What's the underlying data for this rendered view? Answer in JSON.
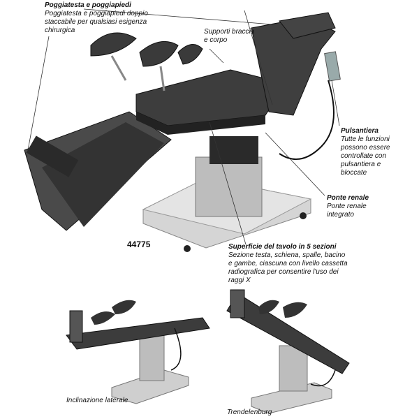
{
  "labels": {
    "headfoot": {
      "title": "Poggiatesta e poggiapiedi",
      "lines": [
        "Poggiatesta e poggiapiedi doppio",
        "staccabile per qualsiasi esigenza",
        "chirurgica"
      ]
    },
    "arm": {
      "lines": [
        "Supporti braccia",
        "e corpo"
      ]
    },
    "pendant": {
      "title": "Pulsantiera",
      "lines": [
        "Tutte le funzioni",
        "possono essere",
        "controllate con",
        "pulsantiera  e",
        "bloccate"
      ]
    },
    "kidney": {
      "title": "Ponte renale",
      "lines": [
        "Ponte renale",
        "integrato"
      ]
    },
    "surface": {
      "title": "Superficie del tavolo in 5 sezioni",
      "lines": [
        "Sezione testa, schiena, spalle, bacino",
        "e gambe, ciascuna con livello cassetta",
        "radiografica per consentire l'uso dei",
        "raggi X"
      ]
    },
    "lateral": "Inclinazione laterale",
    "trend": "Trendelenburg"
  },
  "code": "44775",
  "colors": {
    "pad": "#3a3a3a",
    "metal": "#c9c9c9",
    "dark": "#1e1e1e"
  }
}
